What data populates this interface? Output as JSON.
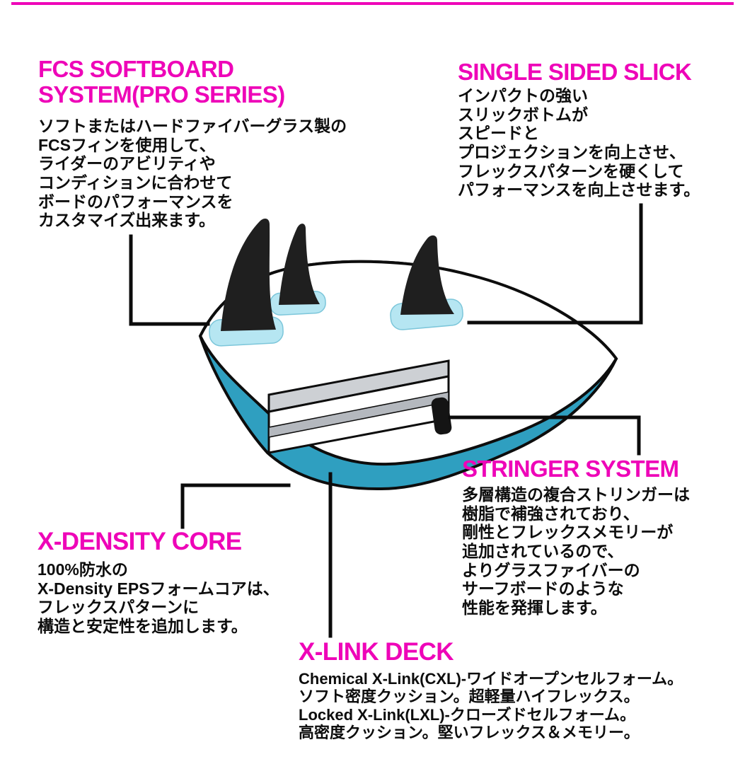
{
  "page": {
    "accent_color": "#ee05b8",
    "text_color": "#0d0d0d",
    "background": "#ffffff"
  },
  "sections": {
    "fcs": {
      "title_lines": [
        "FCS SOFTBOARD",
        "SYSTEM(PRO SERIES)"
      ],
      "body_lines": [
        "ソフトまたはハードファイバーグラス製の",
        "FCSフィンを使用して、",
        "ライダーのアビリティや",
        "コンディションに合わせて",
        "ボードのパフォーマンスを",
        "カスタマイズ出来ます。"
      ]
    },
    "slick": {
      "title": "SINGLE SIDED SLICK",
      "body_lines": [
        "インパクトの強い",
        "スリックボトムが",
        "スピードと",
        "プロジェクションを向上させ、",
        "フレックスパターンを硬くして",
        "パフォーマンスを向上させます。"
      ]
    },
    "stringer": {
      "title": "STRINGER SYSTEM",
      "body_lines": [
        "多層構造の複合ストリンガーは",
        "樹脂で補強されており、",
        "剛性とフレックスメモリーが",
        "追加されているので、",
        "よりグラスファイバーの",
        "サーフボードのような",
        "性能を発揮します。"
      ]
    },
    "core": {
      "title": "X-DENSITY CORE",
      "body_lines": [
        "100%防水の",
        "X-Density EPSフォームコアは、",
        "フレックスパターンに",
        "構造と安定性を追加します。"
      ]
    },
    "deck": {
      "title": "X-LINK DECK",
      "body_lines": [
        "Chemical X-Link(CXL)-ワイドオープンセルフォーム。",
        "ソフト密度クッション。超軽量ハイフレックス。",
        "Locked X-Link(LXL)-クローズドセルフォーム。",
        "高密度クッション。堅いフレックス＆メモリー。"
      ]
    }
  },
  "illustration": {
    "subject": "softboard-tail-cutaway-with-three-fins",
    "colors": {
      "rail": "#2f9fc0",
      "deck": "#ffffff",
      "outline": "#0d0d0d",
      "fin": "#1f1f1f",
      "fin_box": "#b6e6f2",
      "foam_gray": "#cdd0d4",
      "stringer_stripe": "#b4b8be",
      "stringer_cap": "#141414",
      "callout_line": "#0b0b0b"
    }
  }
}
